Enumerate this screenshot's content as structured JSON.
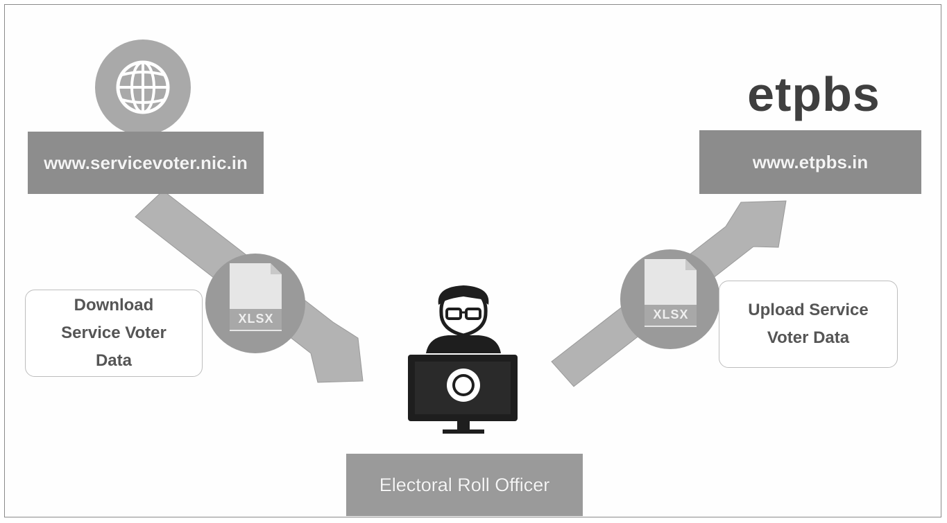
{
  "source_site": {
    "url_label": "www.servicevoter.nic.in",
    "icon": "globe-icon"
  },
  "target_site": {
    "brand": "etpbs",
    "url_label": "www.etpbs.in"
  },
  "download_step": {
    "label_line1": "Download",
    "label_line2": "Service Voter",
    "label_line3": "Data",
    "file_type": "XLSX"
  },
  "upload_step": {
    "label_line1": "Upload Service",
    "label_line2": "Voter Data",
    "file_type": "XLSX"
  },
  "officer": {
    "label": "Electoral Roll Officer",
    "icon": "user-at-computer-icon"
  },
  "colors": {
    "box_gray": "#8d8d8d",
    "arrow_gray": "#b0b0b0",
    "circle_gray": "#9e9e9e",
    "dark_icon": "#222222"
  }
}
